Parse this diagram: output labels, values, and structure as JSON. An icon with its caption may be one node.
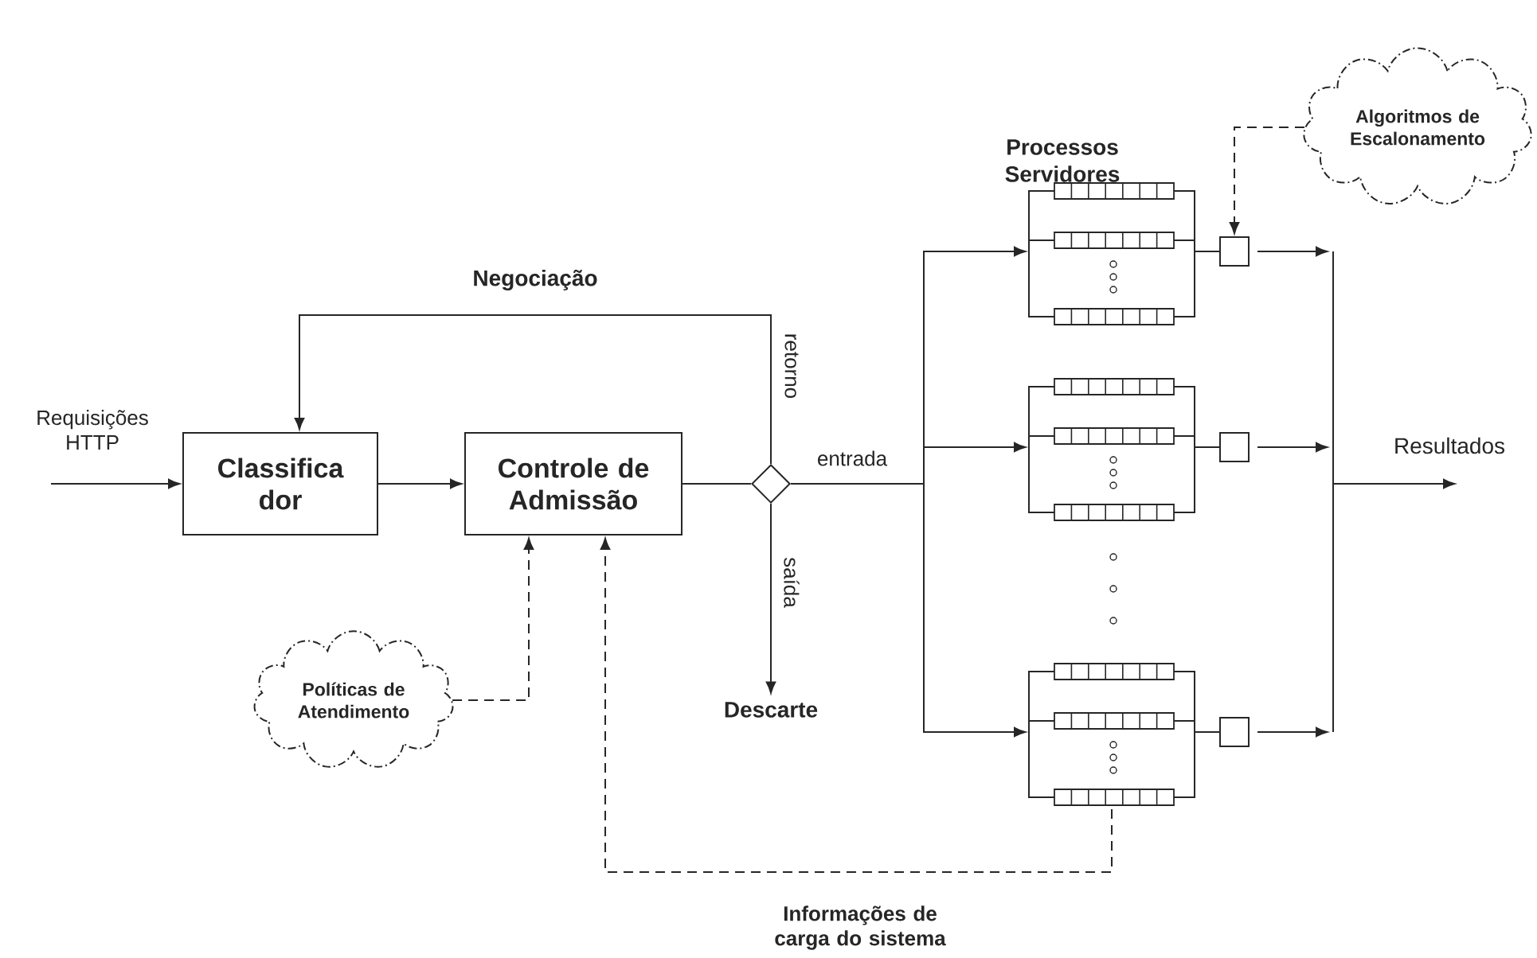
{
  "diagram": {
    "nodes": [
      {
        "text": [
          "Classifica dor"
        ]
      },
      {
        "text": [
          "Controle de Admissão"
        ]
      },
      {
        "text": [],
        "shape": "diamond"
      },
      {
        "text": [
          "Descarte"
        ]
      },
      {
        "text": [
          "Políticas de Atendimento"
        ]
      },
      {
        "text": [
          "Algoritmos de Escalonamento"
        ]
      },
      {
        "text": [],
        "shape": "queue"
      },
      {
        "text": [],
        "shape": "queue"
      },
      {
        "text": [],
        "shape": "queue"
      },
      {
        "text": [],
        "shape": "box"
      },
      {
        "text": [],
        "shape": "box"
      },
      {
        "text": [],
        "shape": "box"
      }
    ],
    "edges": [
      {
        "from": null,
        "to": 0,
        "arrow": "to",
        "label": "Requisições HTTP"
      },
      {
        "from": 0,
        "to": 1,
        "arrow": "to"
      },
      {
        "from": 2,
        "to": 0,
        "arrow": "to",
        "label": "retorno"
      },
      {
        "from": 1,
        "to": 2,
        "arrow": "none"
      },
      {
        "from": 2,
        "to": 3,
        "arrow": "to",
        "label": "saída"
      },
      {
        "from": 2,
        "to": 6,
        "arrow": "to",
        "label": "entrada"
      },
      {
        "from": 2,
        "to": 7,
        "arrow": "to"
      },
      {
        "from": 2,
        "to": 8,
        "arrow": "to"
      },
      {
        "from": 6,
        "to": 9,
        "arrow": "none"
      },
      {
        "from": 7,
        "to": 10,
        "arrow": "none"
      },
      {
        "from": 8,
        "to": 11,
        "arrow": "none"
      },
      {
        "from": 9,
        "to": null,
        "arrow": "to"
      },
      {
        "from": 10,
        "to": null,
        "arrow": "to"
      },
      {
        "from": 11,
        "to": null,
        "arrow": "to"
      },
      {
        "from": 4,
        "to": 1,
        "arrow": "to",
        "style": "dashed"
      },
      {
        "from": 8,
        "to": 1,
        "arrow": "to",
        "style": "dashed",
        "label": "Informações de carga do sistema"
      },
      {
        "from": 5,
        "to": 9,
        "arrow": "to",
        "style": "dashed"
      }
    ],
    "labels": [
      "Negociação",
      "Processos Servidores",
      "Resultados"
    ]
  }
}
